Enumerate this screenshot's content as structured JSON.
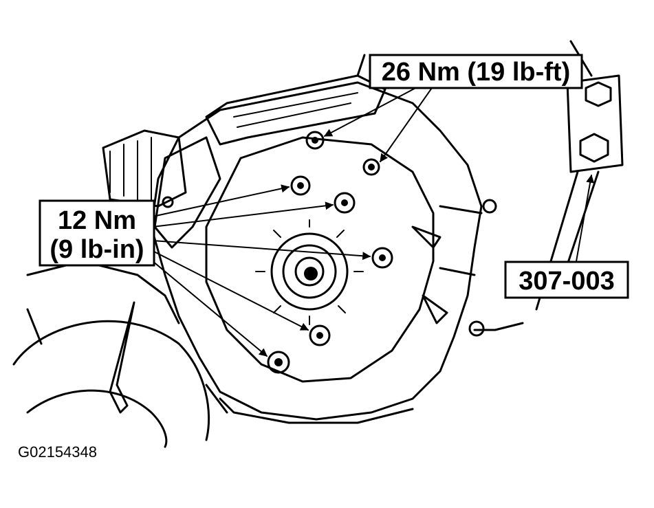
{
  "callouts": {
    "torque_upper": "26 Nm (19 lb-ft)",
    "torque_lower_line1": "12 Nm",
    "torque_lower_line2": "(9 lb-in)",
    "tool_number": "307-003"
  },
  "figure_id": "G02154348"
}
